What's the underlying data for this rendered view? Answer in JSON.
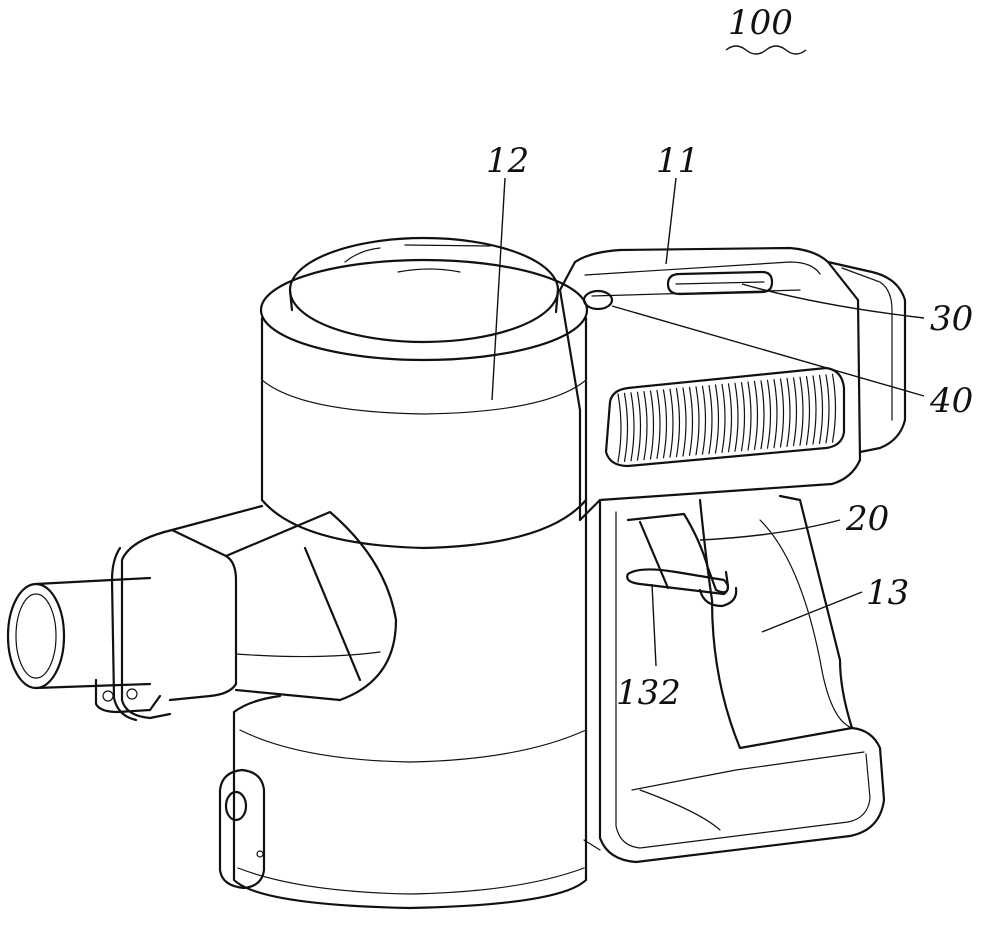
{
  "figure": {
    "labels": {
      "main": "100",
      "housing_top": "11",
      "dust_cup": "12",
      "handle": "13",
      "handle_part": "132",
      "trigger": "20",
      "indicator": "30",
      "button": "40"
    }
  }
}
